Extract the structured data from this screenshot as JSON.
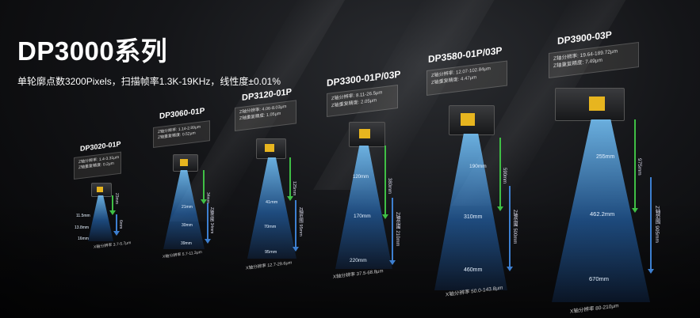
{
  "header": {
    "title": "DP3000系列",
    "subtitle": "单轮廓点数3200Pixels，扫描帧率1.3K-19KHz，线性度±0.01%"
  },
  "products": [
    {
      "name": "DP3020-01P",
      "spec_lines": [
        "Z轴分辨率: 1.4-3.31μm",
        "Z轴重复精度: 0.2μm"
      ],
      "top_width": "11.5mm",
      "mid_width": "13.8mm",
      "bottom_width": "16mm",
      "cod": "23mm",
      "range": "6mm",
      "x_res": "X轴分辨率 3.7-5.7μm"
    },
    {
      "name": "DP3060-01P",
      "spec_lines": [
        "Z轴分辨率: 1.14-2.89μm",
        "Z轴重复精度: 0.52μm"
      ],
      "top_width": "21mm",
      "mid_width": "30mm",
      "bottom_width": "39mm",
      "cod": "34mm",
      "range": "Z轴范围 34mm",
      "x_res": "X轴分辨率 5.7-11.3μm"
    },
    {
      "name": "DP3120-01P",
      "spec_lines": [
        "Z轴分辨率: 4.06-8.03μm",
        "Z轴重复精度: 1.05μm"
      ],
      "top_width": "41mm",
      "mid_width": "70mm",
      "bottom_width": "95mm",
      "cod": "125mm",
      "range": "Z轴范围 95mm",
      "x_res": "X轴分辨率 12.7-29.6μm"
    },
    {
      "name": "DP3300-01P/03P",
      "spec_lines": [
        "Z轴分辨率: 8.11-26.5μm",
        "Z轴重复精度: 2.05μm"
      ],
      "top_width": "120mm",
      "mid_width": "170mm",
      "bottom_width": "220mm",
      "cod": "380mm",
      "range": "Z轴范围 210mm",
      "x_res": "X轴分辨率 37.5-68.8μm"
    },
    {
      "name": "DP3580-01P/03P",
      "spec_lines": [
        "Z轴分辨率: 12.07-102.84μm",
        "Z轴重复精度: 4.47μm"
      ],
      "top_width": "190mm",
      "mid_width": "310mm",
      "bottom_width": "460mm",
      "cod": "590mm",
      "range": "Z轴范围 500mm",
      "x_res": "X轴分辨率 50.0-143.8μm"
    },
    {
      "name": "DP3900-03P",
      "spec_lines": [
        "Z轴分辨率: 19.64-189.72μm",
        "Z轴重复精度: 7.49μm"
      ],
      "top_width": "255mm",
      "mid_width": "462.2mm",
      "bottom_width": "670mm",
      "cod": "975mm",
      "range": "Z轴范围 905mm",
      "x_res": "X轴分辨率 80-210μm"
    }
  ]
}
